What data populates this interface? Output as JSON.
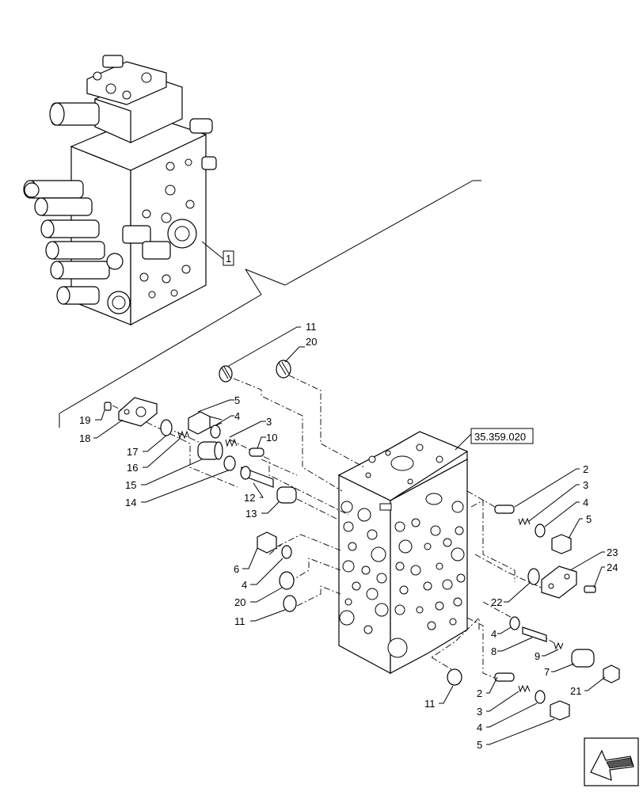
{
  "assembly_callout": "1",
  "reference_box": "35.359.020",
  "callouts": [
    {
      "id": "c11a",
      "text": "11"
    },
    {
      "id": "c20a",
      "text": "20"
    },
    {
      "id": "c19",
      "text": "19"
    },
    {
      "id": "c18",
      "text": "18"
    },
    {
      "id": "c5a",
      "text": "5"
    },
    {
      "id": "c4a",
      "text": "4"
    },
    {
      "id": "c3a",
      "text": "3"
    },
    {
      "id": "c10",
      "text": "10"
    },
    {
      "id": "c17",
      "text": "17"
    },
    {
      "id": "c16",
      "text": "16"
    },
    {
      "id": "c15",
      "text": "15"
    },
    {
      "id": "c14",
      "text": "14"
    },
    {
      "id": "c12",
      "text": "12"
    },
    {
      "id": "c13",
      "text": "13"
    },
    {
      "id": "c6",
      "text": "6"
    },
    {
      "id": "c4b",
      "text": "4"
    },
    {
      "id": "c20b",
      "text": "20"
    },
    {
      "id": "c11b",
      "text": "11"
    },
    {
      "id": "c2a",
      "text": "2"
    },
    {
      "id": "c3b",
      "text": "3"
    },
    {
      "id": "c4c",
      "text": "4"
    },
    {
      "id": "c5b",
      "text": "5"
    },
    {
      "id": "c23",
      "text": "23"
    },
    {
      "id": "c24",
      "text": "24"
    },
    {
      "id": "c22",
      "text": "22"
    },
    {
      "id": "c4d",
      "text": "4"
    },
    {
      "id": "c8",
      "text": "8"
    },
    {
      "id": "c9",
      "text": "9"
    },
    {
      "id": "c7",
      "text": "7"
    },
    {
      "id": "c21",
      "text": "21"
    },
    {
      "id": "c11c",
      "text": "11"
    },
    {
      "id": "c2b",
      "text": "2"
    },
    {
      "id": "c3c",
      "text": "3"
    },
    {
      "id": "c4e",
      "text": "4"
    },
    {
      "id": "c5c",
      "text": "5"
    }
  ],
  "icons": {
    "corner_nav": "view-direction-arrow-icon"
  }
}
